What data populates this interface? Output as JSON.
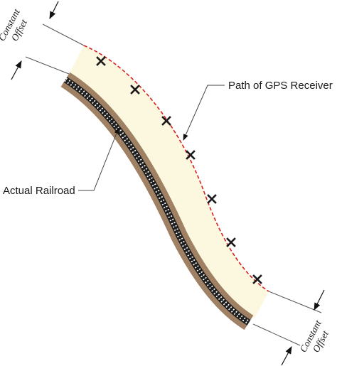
{
  "labels": {
    "gps_path": "Path of GPS Receiver",
    "railroad": "Actual Railroad",
    "offset_top_line1": "Constant",
    "offset_top_line2": "Offset",
    "offset_bottom_line1": "Constant",
    "offset_bottom_line2": "Offset"
  },
  "colors": {
    "offset_band": "#fbf8df",
    "rail_bed": "#a48466",
    "rail_bed_dark": "#7a5f46",
    "rail_line": "#1e1e1e",
    "ties": "#ffffff",
    "gps_path": "#d62020",
    "marker": "#1a1a1a",
    "leader": "#444444"
  },
  "gps_markers": 7
}
